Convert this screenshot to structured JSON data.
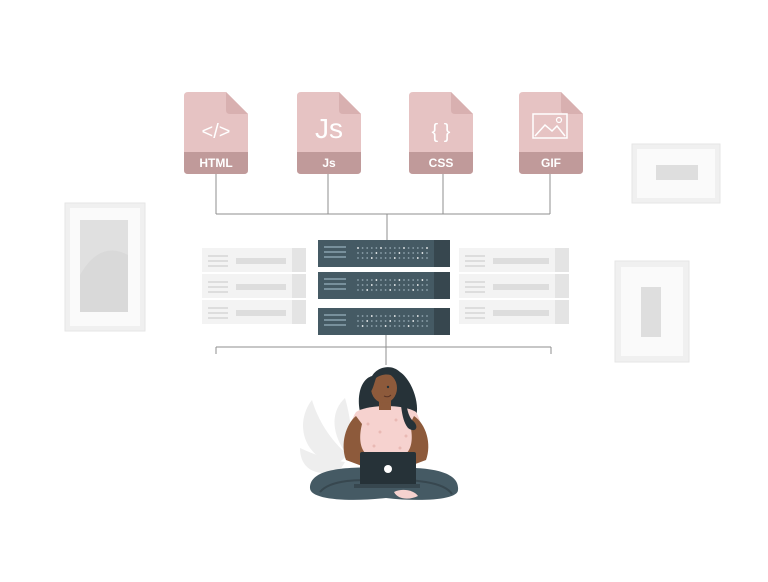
{
  "palette": {
    "file_body": "#e6c3c3",
    "file_band": "#c09a9a",
    "file_fold": "#d8b0b0",
    "rack_dark": "#37474f",
    "rack_mid": "#455a64",
    "rack_light": "#f2f2f2",
    "line": "#9e9e9e",
    "frame": "#ececec",
    "shirt": "#f6d2cf",
    "hair": "#263238",
    "skin": "#8d5a3b",
    "pants": "#455a64",
    "plant": "#eeeeee"
  },
  "files": [
    {
      "label": "HTML",
      "glyph": "</>",
      "icon": "code-icon"
    },
    {
      "label": "Js",
      "glyph": "Js",
      "icon": "javascript-icon"
    },
    {
      "label": "CSS",
      "glyph": "{ }",
      "icon": "braces-icon"
    },
    {
      "label": "GIF",
      "glyph": "",
      "icon": "image-icon"
    }
  ]
}
